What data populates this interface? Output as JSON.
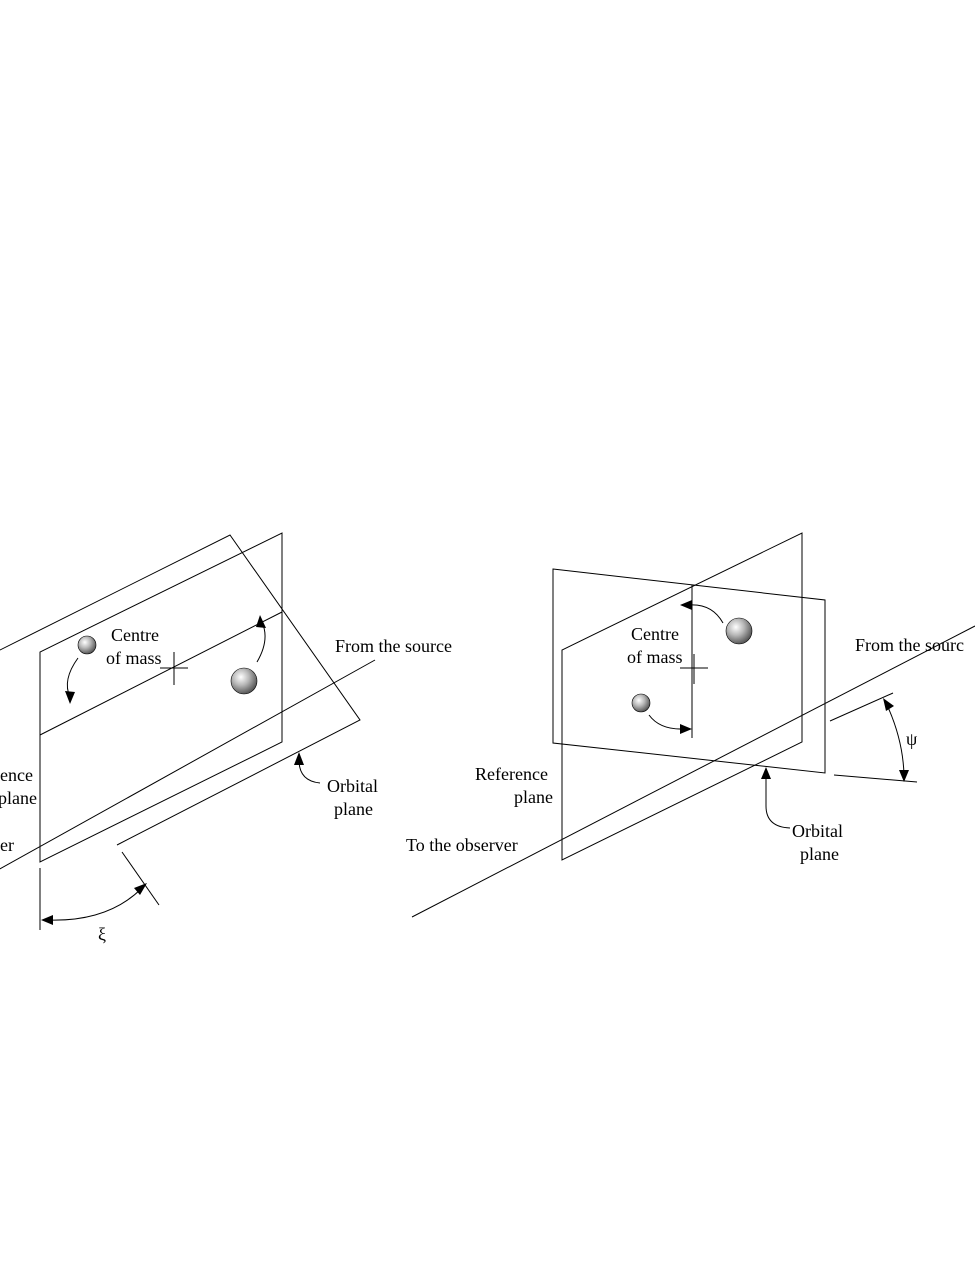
{
  "left_panel": {
    "centre_label_line1": "Centre",
    "centre_label_line2": "of mass",
    "from_source": "From the source",
    "orbital_line1": "Orbital",
    "orbital_line2": "plane",
    "reference_line1": "ence",
    "reference_line2": "plane",
    "observer_fragment": "er",
    "angle_symbol": "ξ"
  },
  "right_panel": {
    "centre_label_line1": "Centre",
    "centre_label_line2": "of mass",
    "from_source": "From the sourc",
    "orbital_line1": "Orbital",
    "orbital_line2": "plane",
    "reference_line1": "Reference",
    "reference_line2": "plane",
    "to_observer": "To the observer",
    "angle_symbol": "ψ"
  },
  "colors": {
    "line": "#000000",
    "sphere_highlight": "#ffffff",
    "sphere_mid": "#b8b8b8",
    "sphere_shadow": "#4a4a4a"
  }
}
